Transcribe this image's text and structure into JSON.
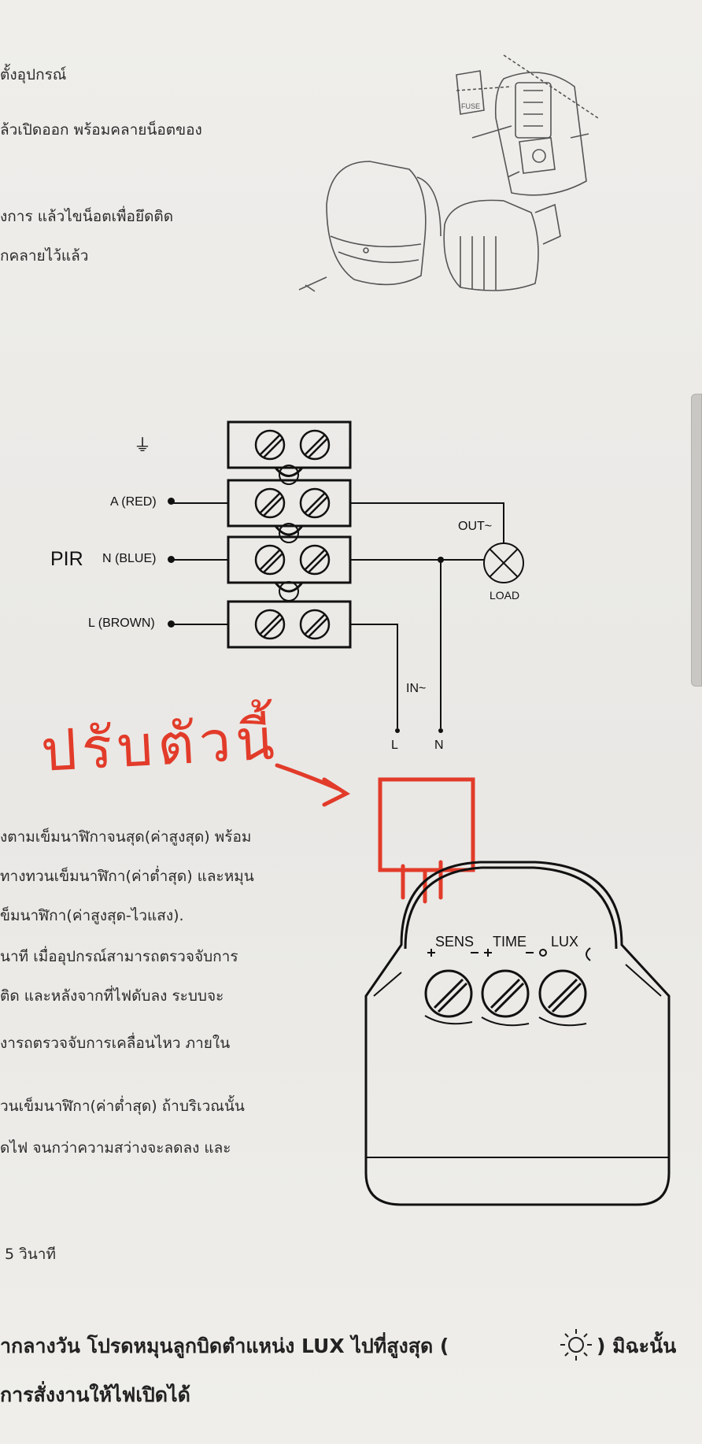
{
  "instructions_top": {
    "line1": "ตั้งอุปกรณ์",
    "line2": "ล้วเปิดออก พร้อมคลายน็อตของ",
    "line3": "งการ แล้วไขน็อตเพื่อยึดติด",
    "line4": "ูกคลายไว้แล้ว"
  },
  "exploded_diagram": {
    "fuse_label": "FUSE"
  },
  "wiring": {
    "ground_symbol": "⏚",
    "pir_label": "PIR",
    "terminal_a": "A (RED)",
    "terminal_n": "N (BLUE)",
    "terminal_l": "L (BROWN)",
    "out_label": "OUT~",
    "load_label": "LOAD",
    "in_label": "IN~",
    "l_label": "L",
    "n_label": "N"
  },
  "annotation": {
    "handwritten_text": "ปรับตัวนี้",
    "color": "#e23b2a"
  },
  "instructions_bottom": {
    "line1": "งตามเข็มนาฬิกาจนสุด(ค่าสูงสุด) พร้อม",
    "line2": "ทางทวนเข็มนาฬิกา(ค่าต่ำสุด) และหมุน",
    "line3": "ข็มนาฬิกา(ค่าสูงสุด-ไวแสง).",
    "line4": "นาที เมื่ออุปกรณ์สามารถตรวจจับการ",
    "line5": "ติด และหลังจากที่ไฟดับลง ระบบจะ",
    "line6": "งารถตรวจจับการเคลื่อนไหว ภายใน",
    "line7": "วนเข็มนาฬิกา(ค่าต่ำสุด) ถ้าบริเวณนั้น",
    "line8": "ดไฟ จนกว่าความสว่างจะลดลง และ",
    "line9": "5 วินาที"
  },
  "control_panel": {
    "sens_label": "SENS",
    "time_label": "TIME",
    "lux_label": "LUX"
  },
  "footer": {
    "line1_pre": "ากลางวัน โปรดหมุนลูกบิดตำแหน่ง LUX ไปที่สูงสุด (",
    "line1_post": ") มิฉะนั้น",
    "line2": "การสั่งงานให้ไฟเปิดได้"
  },
  "colors": {
    "paper": "#ecebe8",
    "ink": "#111111",
    "annotation_red": "#e23b2a"
  }
}
